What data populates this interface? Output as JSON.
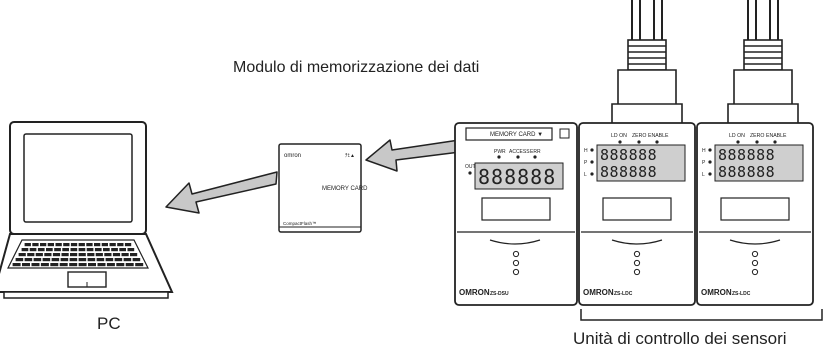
{
  "labels": {
    "module": "Modulo di memorizzazione dei dati",
    "pc": "PC",
    "sensors": "Unità di controllo dei sensori"
  },
  "memory_card": {
    "brand": "omron",
    "slot_label": "MEMORY CARD ▼",
    "card_text": "MEMORY CARD",
    "card_corner": "ﾁﾋ▲",
    "card_logo": "CompactFlash™"
  },
  "dsu": {
    "indicators": [
      "PWR",
      "ACCESS",
      "ERR"
    ],
    "out_label": "OUT",
    "display": "888888",
    "brand": "OMRON",
    "model": "ZS-DSU"
  },
  "ldc": {
    "indicators": [
      "LD ON",
      "ZERO",
      "ENABLE"
    ],
    "rows": [
      "H",
      "P",
      "L"
    ],
    "display": "888888",
    "brand": "OMRON",
    "model": "ZS-LDC"
  },
  "colors": {
    "arrow_fill": "#c8c8c8",
    "display_bg": "#cfcfcf",
    "line": "#222222"
  }
}
